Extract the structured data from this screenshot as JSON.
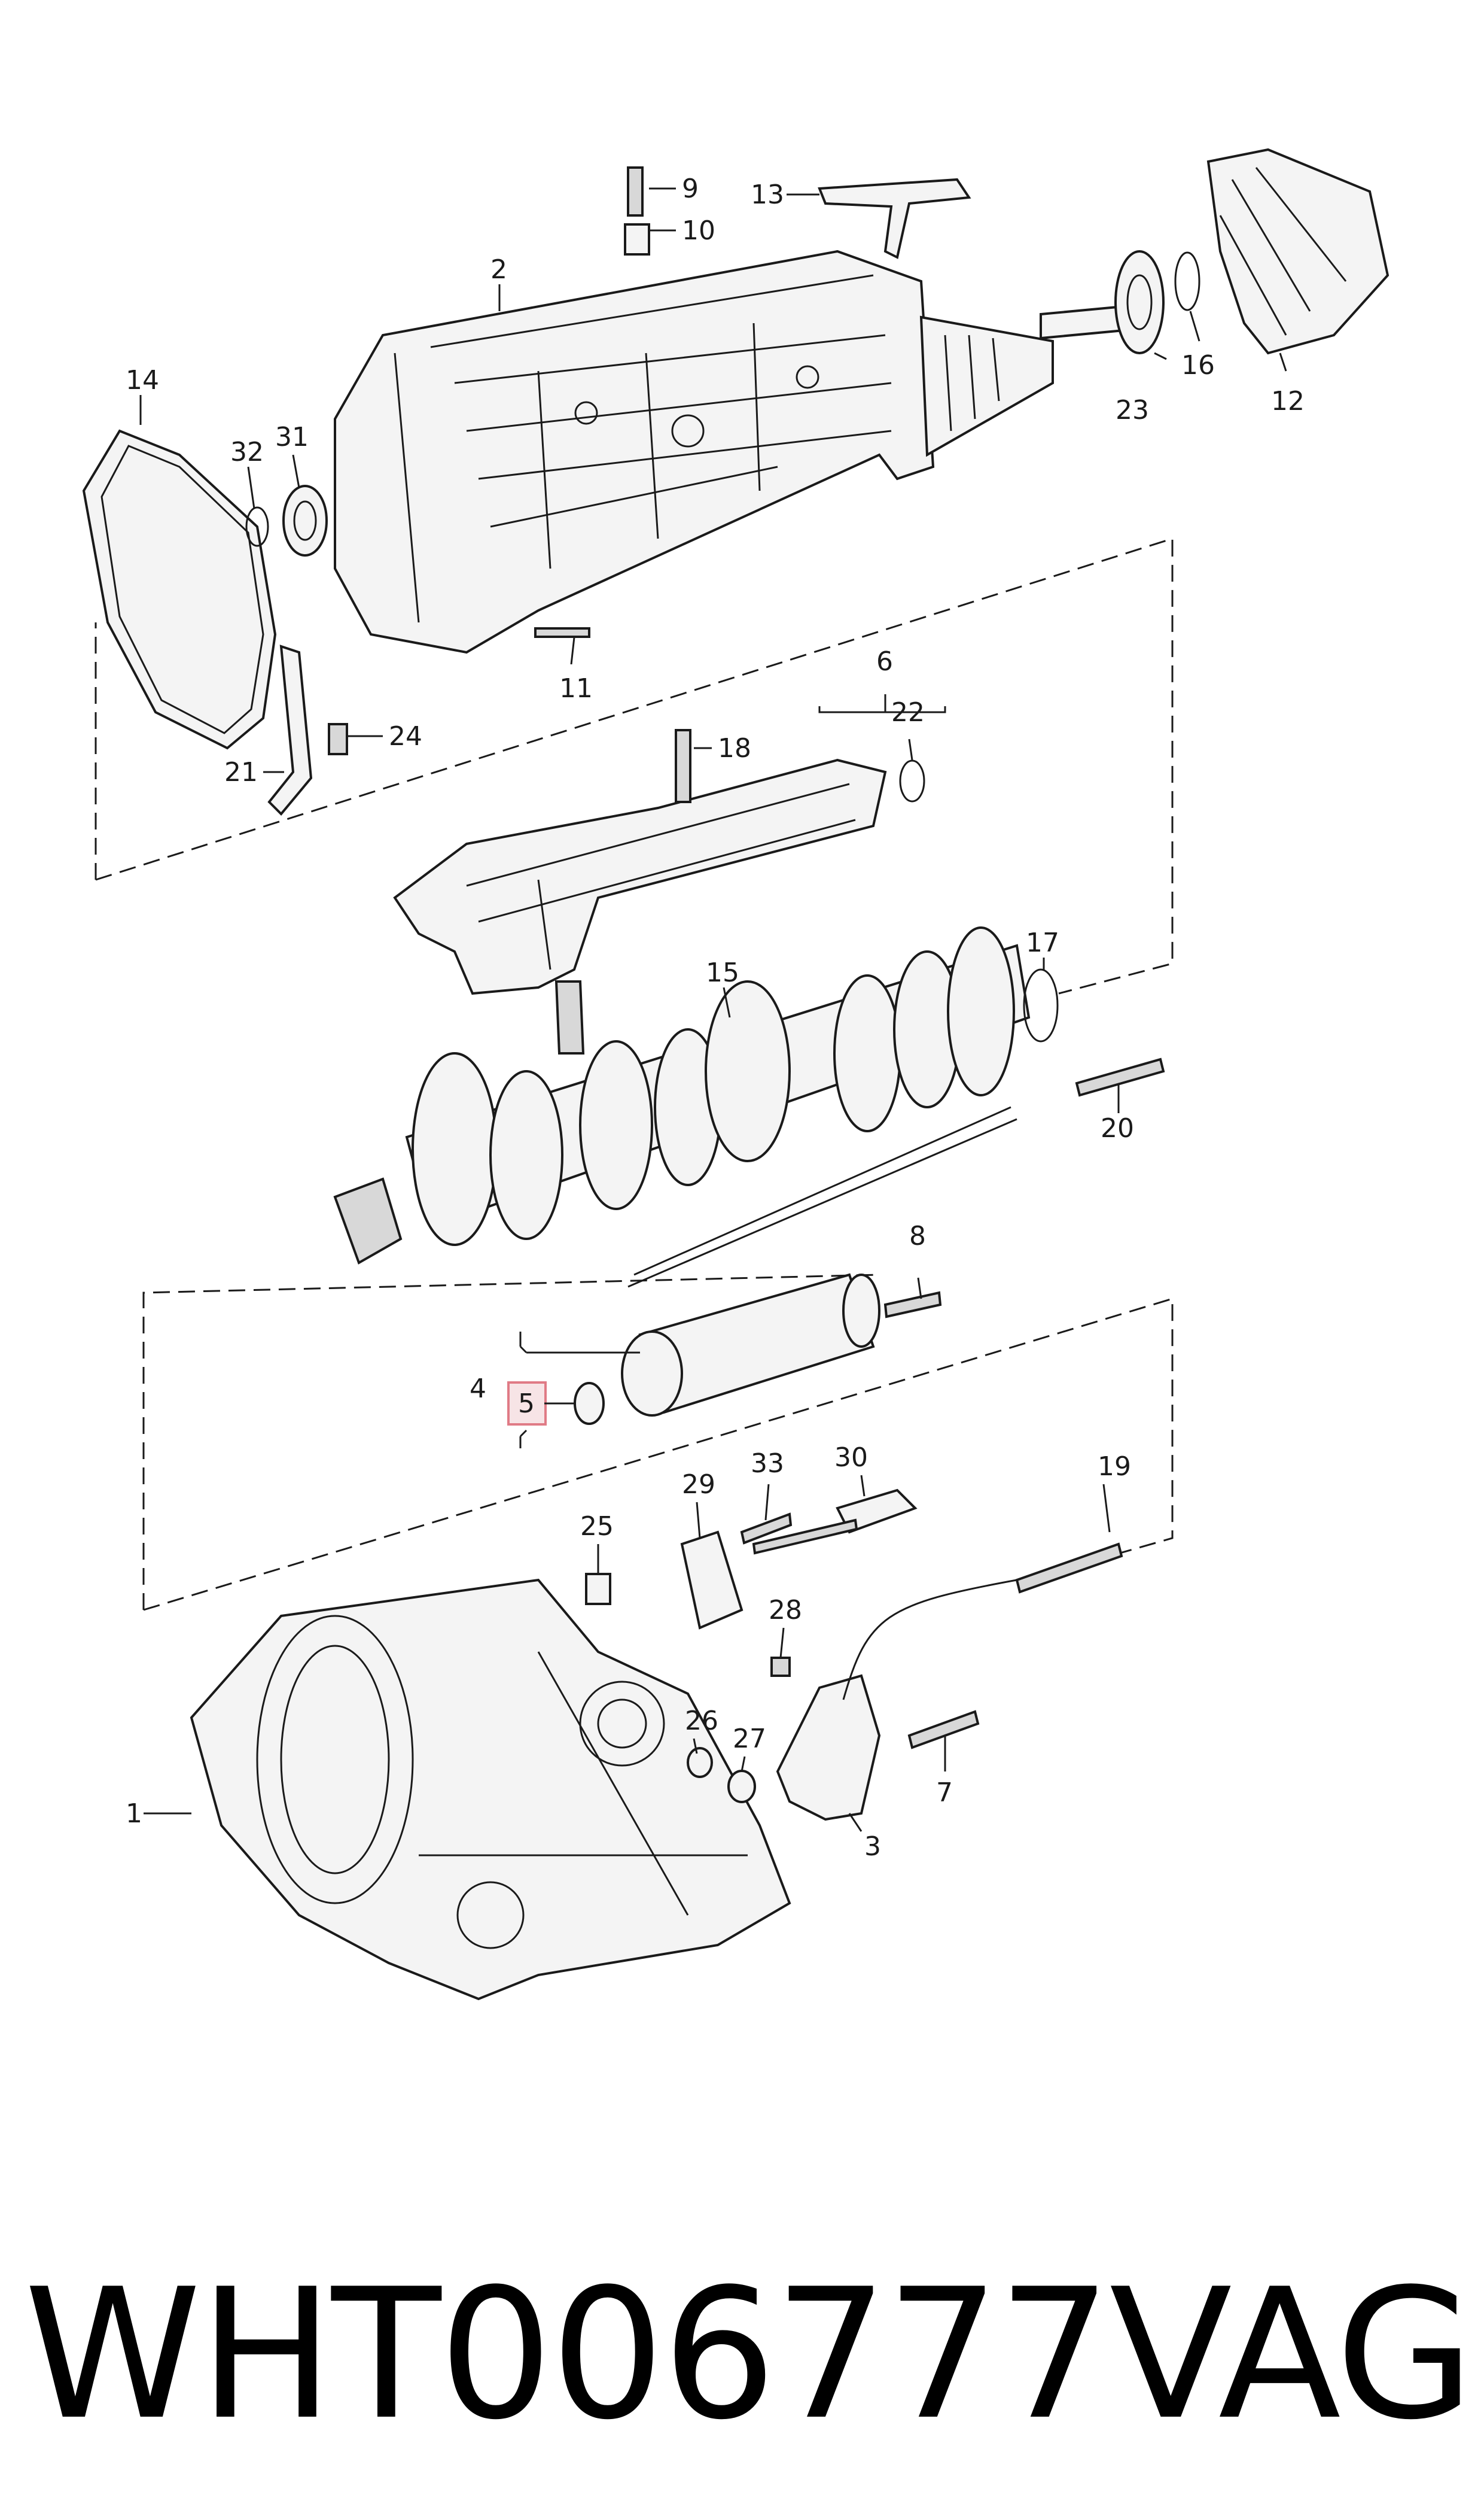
{
  "callouts": {
    "c1": "1",
    "c2": "2",
    "c3": "3",
    "c4": "4",
    "c5": "5",
    "c6": "6",
    "c7": "7",
    "c8": "8",
    "c9": "9",
    "c10": "10",
    "c11": "11",
    "c12": "12",
    "c13": "13",
    "c14": "14",
    "c15": "15",
    "c16": "16",
    "c17": "17",
    "c18": "18",
    "c19": "19",
    "c20": "20",
    "c21": "21",
    "c22": "22",
    "c23": "23",
    "c24": "24",
    "c25": "25",
    "c26": "26",
    "c27": "27",
    "c28": "28",
    "c29": "29",
    "c30": "30",
    "c31": "31",
    "c32": "32",
    "c33": "33"
  },
  "footer": {
    "part_number": "WHT006777",
    "brand": "VAG"
  },
  "colors": {
    "line": "#1a1a1a",
    "highlight_fill": "#f7e4e6",
    "highlight_stroke": "#e07b86"
  }
}
